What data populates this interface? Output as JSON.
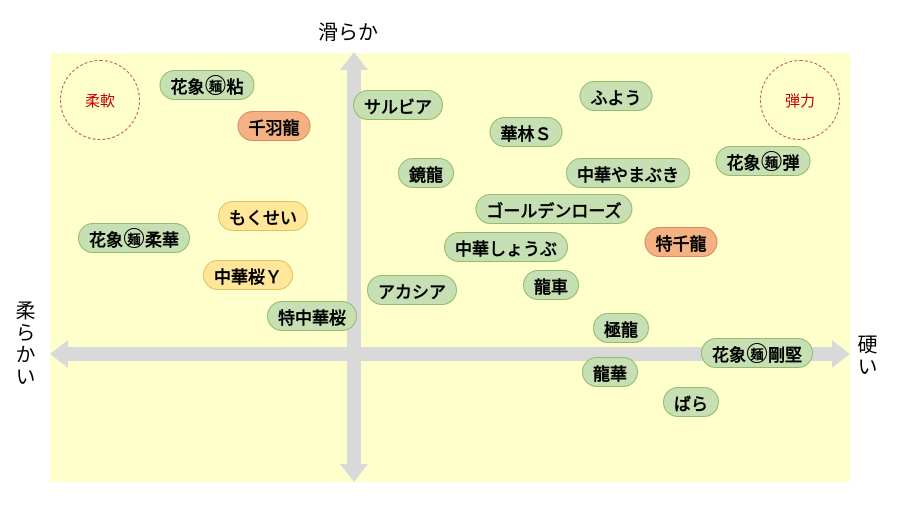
{
  "axes": {
    "top": "滑らか",
    "left": "柔らかい",
    "right": "硬い"
  },
  "corners": {
    "top_left": "柔軟",
    "top_right": "弾力"
  },
  "circled_char": "麺",
  "colors": {
    "panel_bg": "#ffffcc",
    "green_pill": "#c6e0b4",
    "yellow_pill": "#ffe699",
    "orange_pill": "#f4b183",
    "arrow": "#d9d9d9",
    "corner_text": "#c00000"
  },
  "items": [
    {
      "pre": "花象",
      "men": true,
      "post": "粘",
      "color": "green"
    },
    {
      "pre": "千羽龍",
      "color": "red"
    },
    {
      "pre": "もくせい",
      "color": "yellow"
    },
    {
      "pre": "花象",
      "men": true,
      "post": "柔華",
      "color": "green"
    },
    {
      "pre": "中華桜Ｙ",
      "color": "yellow"
    },
    {
      "pre": "特中華桜",
      "color": "green"
    },
    {
      "pre": "サルビア",
      "color": "green"
    },
    {
      "pre": "鏡龍",
      "color": "green"
    },
    {
      "pre": "アカシア",
      "color": "green"
    },
    {
      "pre": "ふよう",
      "color": "green"
    },
    {
      "pre": "華林Ｓ",
      "color": "green"
    },
    {
      "pre": "中華やまぶき",
      "color": "green"
    },
    {
      "pre": "ゴールデンローズ",
      "color": "green"
    },
    {
      "pre": "中華しょうぶ",
      "color": "green"
    },
    {
      "pre": "特千龍",
      "color": "red"
    },
    {
      "pre": "龍車",
      "color": "green"
    },
    {
      "pre": "極龍",
      "color": "green"
    },
    {
      "pre": "龍華",
      "color": "green"
    },
    {
      "pre": "ばら",
      "color": "green"
    },
    {
      "pre": "花象",
      "men": true,
      "post": "弾",
      "color": "green"
    },
    {
      "pre": "花象",
      "men": true,
      "post": "剛堅",
      "color": "green"
    }
  ]
}
